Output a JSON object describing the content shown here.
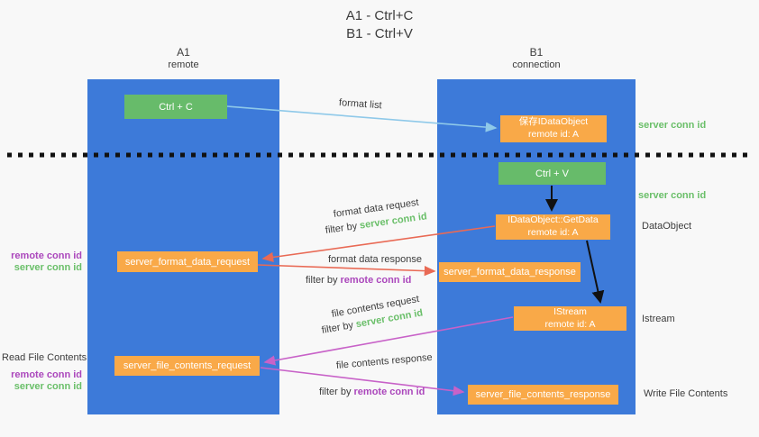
{
  "title": {
    "line1": "A1 - Ctrl+C",
    "line2": "B1 - Ctrl+V"
  },
  "lanes": {
    "left": {
      "name": "A1",
      "sub": "remote"
    },
    "right": {
      "name": "B1",
      "sub": "connection"
    }
  },
  "boxes": {
    "ctrl_c": "Ctrl + C",
    "ctrl_v": "Ctrl + V",
    "save_dataobject": {
      "line1": "保存IDataObject",
      "line2": "remote id: A"
    },
    "getdata": {
      "line1": "IDataObject::GetData",
      "line2": "remote id: A"
    },
    "istream": {
      "line1": "IStream",
      "line2": "remote id: A"
    },
    "format_request": "server_format_data_request",
    "format_response": "server_format_data_response",
    "file_request": "server_file_contents_request",
    "file_response": "server_file_contents_response"
  },
  "edge_labels": {
    "format_list": "format list",
    "format_data_request": "format data request",
    "format_data_request_filter": {
      "prefix": "filter by ",
      "value": "server conn id"
    },
    "format_data_response": "format data response",
    "format_data_response_filter": {
      "prefix": "filter by ",
      "value": "remote conn id"
    },
    "file_contents_request": "file contents request",
    "file_contents_request_filter": {
      "prefix": "filter by ",
      "value": "server conn id"
    },
    "file_contents_response": "file contents response",
    "file_contents_response_filter": {
      "prefix": "filter by ",
      "value": "remote conn id"
    }
  },
  "side_labels": {
    "server_conn_id_top": "server conn id",
    "server_conn_id_mid": "server conn id",
    "dataobject": "DataObject",
    "istream": "Istream",
    "write_file_contents": "Write File Contents",
    "read_file_contents": "Read File Contents",
    "left_remote_conn_id_1": "remote conn id",
    "left_server_conn_id_1": "server conn id",
    "left_remote_conn_id_2": "remote conn id",
    "left_server_conn_id_2": "server conn id"
  },
  "colors": {
    "lane_blue": "#3D7AD9",
    "box_green": "#67BB6A",
    "box_orange": "#F9A948",
    "arrow_blue": "#8FC9E9",
    "arrow_red": "#E96A55",
    "arrow_magenta": "#C862C8",
    "arrow_black": "#111111",
    "text_green": "#6ABF69",
    "text_purple": "#AB47BC",
    "text_dark": "#3C3C3C",
    "background": "#F8F8F8"
  }
}
